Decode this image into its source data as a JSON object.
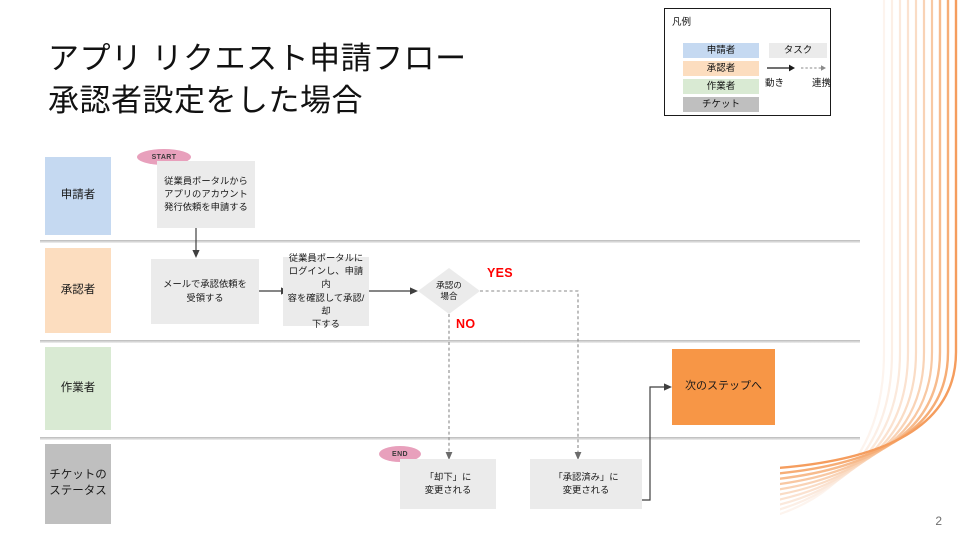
{
  "slide": {
    "title": "アプリ リクエスト申請フロー\n承認者設定をした場合",
    "page_number": "2"
  },
  "legend": {
    "heading": "凡例",
    "roles": [
      {
        "label": "申請者",
        "color": "#c5d9f1"
      },
      {
        "label": "承認者",
        "color": "#fcddbf"
      },
      {
        "label": "作業者",
        "color": "#d9ead3"
      },
      {
        "label": "チケット",
        "color": "#bfbfbf"
      }
    ],
    "task_label": "タスク",
    "flow_solid_label": "動き",
    "flow_dotted_label": "連携"
  },
  "lanes": [
    {
      "label": "申請者",
      "color": "#c5d9f1"
    },
    {
      "label": "承認者",
      "color": "#fcddbf"
    },
    {
      "label": "作業者",
      "color": "#d9ead3"
    },
    {
      "label": "チケットの\nステータス",
      "color": "#bfbfbf"
    }
  ],
  "nodes": {
    "start_pill": "START",
    "end_pill": "END",
    "applicant_task": "従業員ポータルから\nアプリのアカウント\n発行依頼を申請する",
    "approver_task_1": "メールで承認依頼を\n受領する",
    "approver_task_2": "従業員ポータルに\nログインし、申請内\n容を確認して承認/却\n下する",
    "decision": "承認の\n場合",
    "yes_label": "YES",
    "no_label": "NO",
    "worker_task": "次のステップへ",
    "ticket_rejected": "「却下」に\n変更される",
    "ticket_approved": "「承認済み」に\n変更される"
  },
  "colors": {
    "accent_orange": "#f79646",
    "task_gray": "#ebebeb",
    "pill_pink": "#e8a0bc",
    "decision_red": "#ff0000",
    "lane_line": "#c8c8c8"
  }
}
